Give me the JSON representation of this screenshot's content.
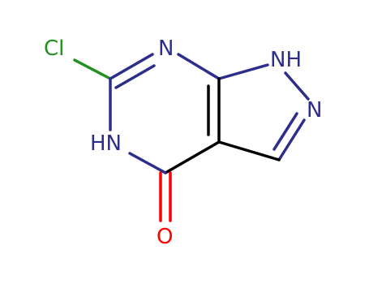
{
  "colors": {
    "background": "#ffffff",
    "bond": "#000000",
    "nitrogen": "#2d2d8c",
    "chlorine": "#209020",
    "oxygen": "#ff0000"
  },
  "atoms": {
    "cl": "Cl",
    "n_top": "N",
    "nh_right": "NH",
    "n_pyrazole": "N",
    "hn_left": "HN",
    "o": "O"
  }
}
